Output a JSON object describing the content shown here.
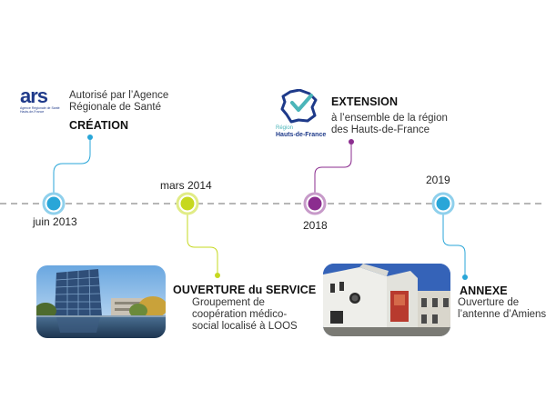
{
  "colors": {
    "timeline": "#b7b7b7",
    "blue": "#29a6d8",
    "lime": "#c6d81f",
    "purple": "#8b2d8f",
    "ars_blue": "#1f3a8a",
    "ars_green": "#7bbf2a",
    "region_blue": "#1e3a8a",
    "region_teal": "#4bb5b9"
  },
  "events": [
    {
      "date": "juin 2013",
      "title": "CRÉATION",
      "lines": [
        "Autorisé par l’Agence",
        "Régionale de Santé"
      ],
      "logo_text": "ars",
      "logo_subtext": [
        "Agence Régionale de Santé",
        "Hauts-de-France"
      ]
    },
    {
      "date": "mars 2014",
      "title": "OUVERTURE du SERVICE",
      "lines": [
        "Groupement de",
        "coopération médico-",
        "social localisé à LOOS"
      ]
    },
    {
      "date": "2018",
      "title": "EXTENSION",
      "lines": [
        "à l’ensemble de la région",
        "des Hauts-de-France"
      ],
      "logo_text": [
        "Région",
        "Hauts-de-France"
      ]
    },
    {
      "date": "2019",
      "title": "ANNEXE",
      "lines": [
        "Ouverture de",
        "l’antenne d’Amiens"
      ]
    }
  ]
}
